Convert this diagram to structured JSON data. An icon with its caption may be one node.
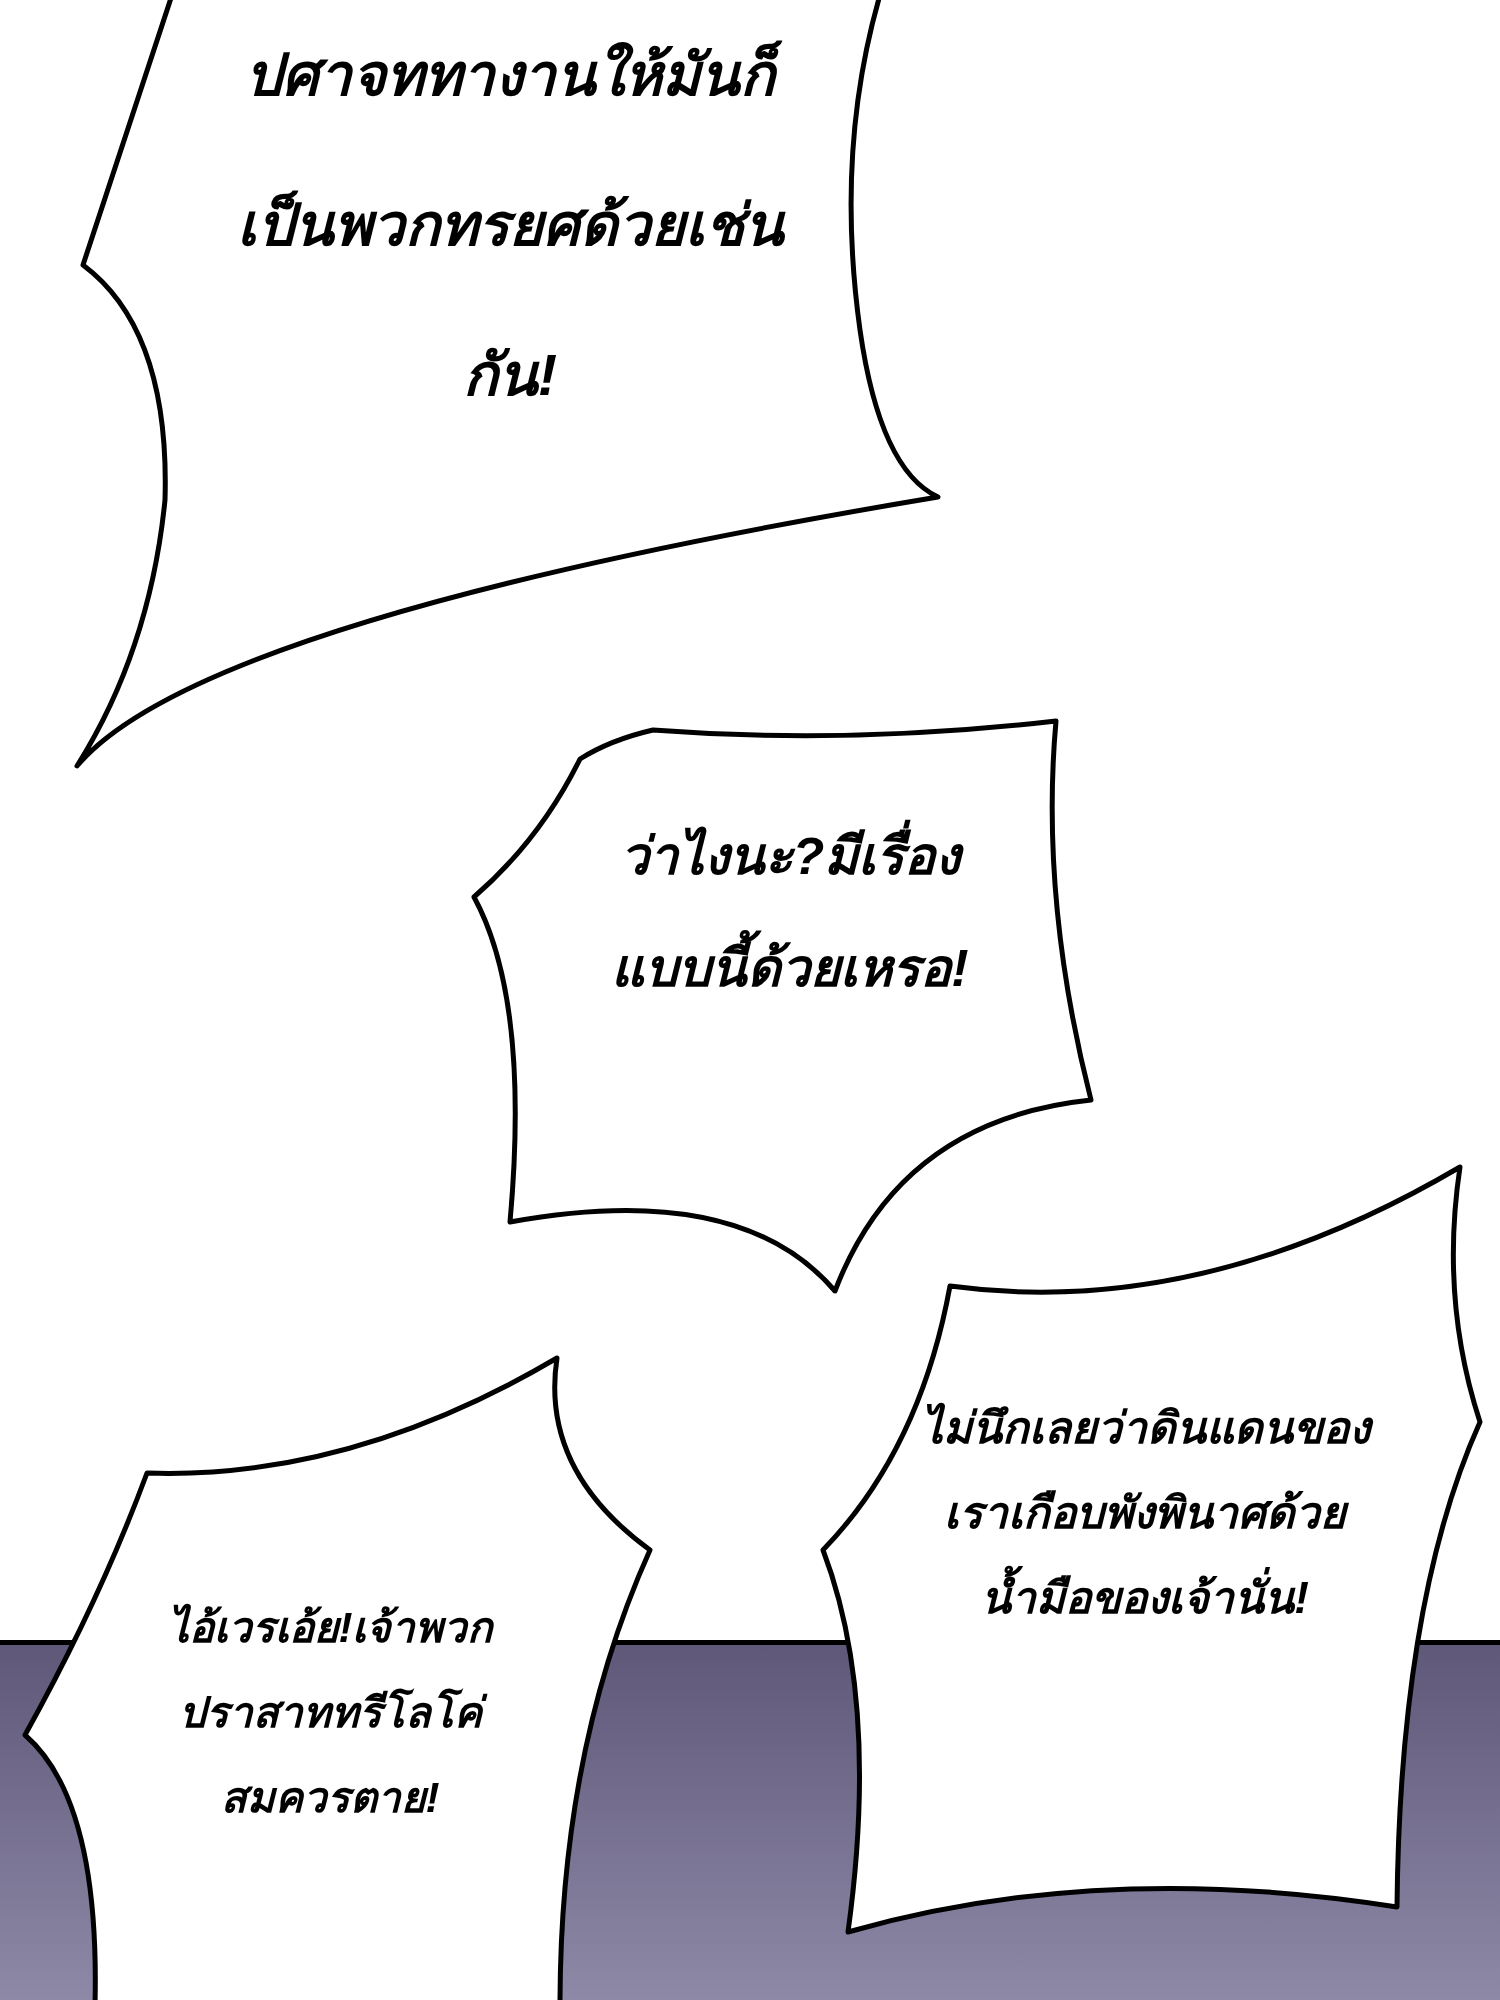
{
  "diagram": {
    "nodes": [
      {
        "text": [
          "ปศาจททางานให้มันก็เป็นพวกทรยศด้วยเช่นกัน!"
        ]
      },
      {
        "text": [
          "ว่าไงนะ?มีเรื่องแบบนี้ด้วยเหรอ!"
        ]
      },
      {
        "text": [
          "ไอ้เวรเอ้ย!เจ้าพวกปราสาททรีโลโค่สมควรตาย!"
        ]
      },
      {
        "text": [
          "ไม่นึกเลยว่าดินแดนของเราเกือบพังพินาศด้วยน้ำมือของเจ้านั่น!"
        ]
      }
    ]
  }
}
